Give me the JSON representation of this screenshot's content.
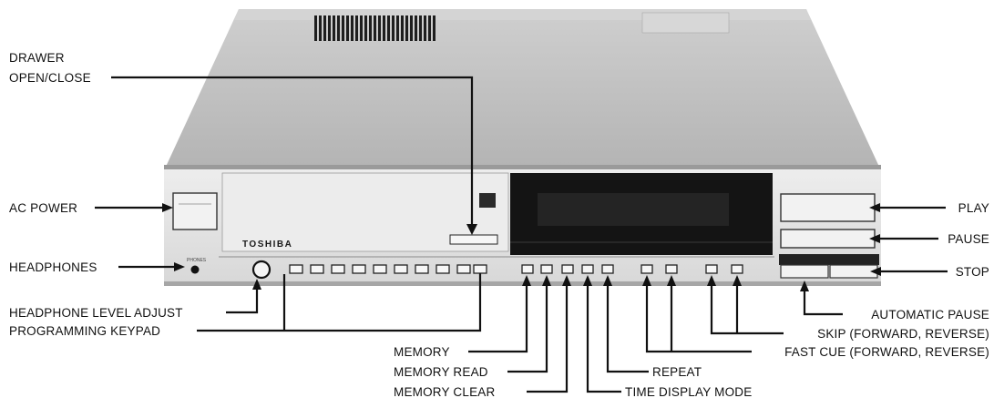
{
  "brand": "TOSHIBA",
  "labels": {
    "drawer_line1": "DRAWER",
    "drawer_line2": "OPEN/CLOSE",
    "ac_power": "AC POWER",
    "headphones": "HEADPHONES",
    "headphone_level": "HEADPHONE LEVEL ADJUST",
    "programming_keypad": "PROGRAMMING KEYPAD",
    "memory": "MEMORY",
    "memory_read": "MEMORY READ",
    "memory_clear": "MEMORY CLEAR",
    "play": "PLAY",
    "pause": "PAUSE",
    "stop": "STOP",
    "automatic_pause": "AUTOMATIC PAUSE",
    "skip": "SKIP (FORWARD, REVERSE)",
    "fast_cue": "FAST CUE (FORWARD, REVERSE)",
    "repeat": "REPEAT",
    "time_display": "TIME DISPLAY MODE"
  },
  "colors": {
    "chassis_top": "#bdbdbd",
    "faceplate": "#e4e4e4",
    "display": "#141414",
    "leader": "#111111"
  }
}
